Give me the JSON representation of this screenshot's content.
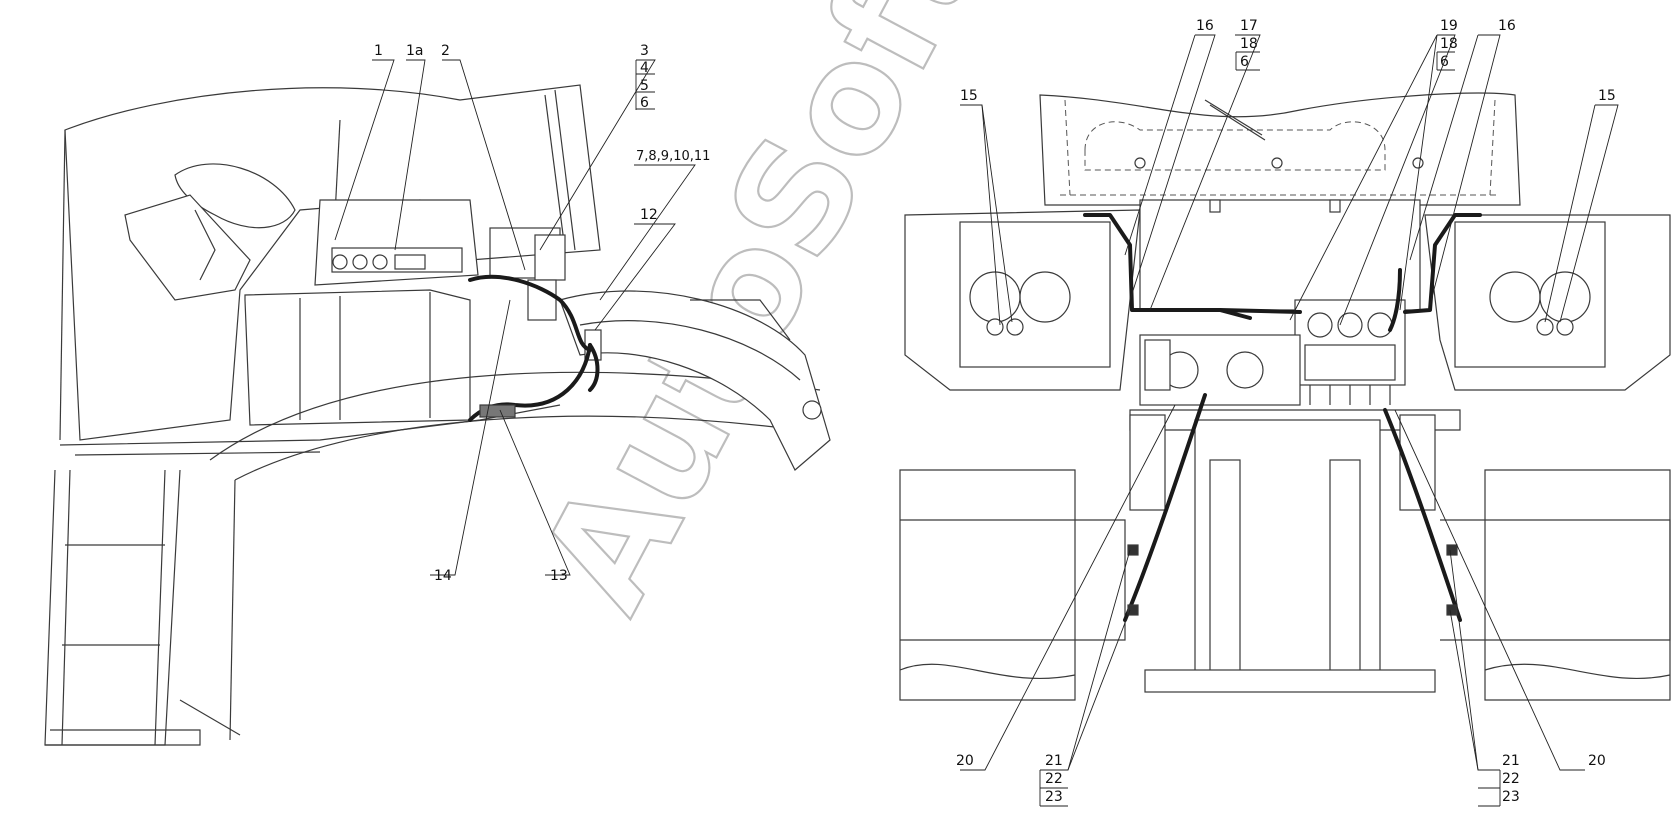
{
  "watermark": "AutoSoft",
  "left_view": {
    "callouts": [
      "1",
      "1a",
      "2",
      "3",
      "4",
      "5",
      "6",
      "7,8,9,10,11",
      "12",
      "13",
      "14"
    ]
  },
  "right_view": {
    "callouts": [
      "16",
      "17",
      "18",
      "6",
      "19",
      "18",
      "6",
      "16",
      "15",
      "15",
      "20",
      "20",
      "21",
      "22",
      "23",
      "21",
      "22",
      "23"
    ]
  }
}
